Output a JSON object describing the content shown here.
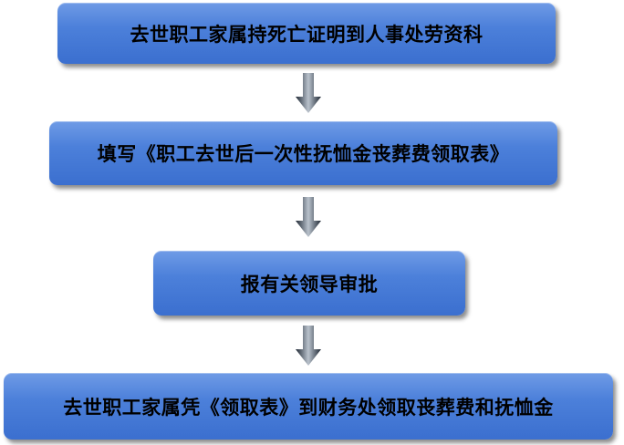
{
  "flowchart": {
    "steps": [
      {
        "label": "去世职工家属持死亡证明到人事处劳资科"
      },
      {
        "label": "填写《职工去世后一次性抚恤金丧葬费领取表》"
      },
      {
        "label": "报有关领导审批"
      },
      {
        "label": "去世职工家属凭《领取表》到财务处领取丧葬费和抚恤金"
      }
    ]
  },
  "colors": {
    "box_fill_top": "#6f9be6",
    "box_fill_bottom": "#3b6fcf",
    "arrow_dark": "#1e2733",
    "arrow_light": "#b9c2cc",
    "text": "#000000"
  }
}
